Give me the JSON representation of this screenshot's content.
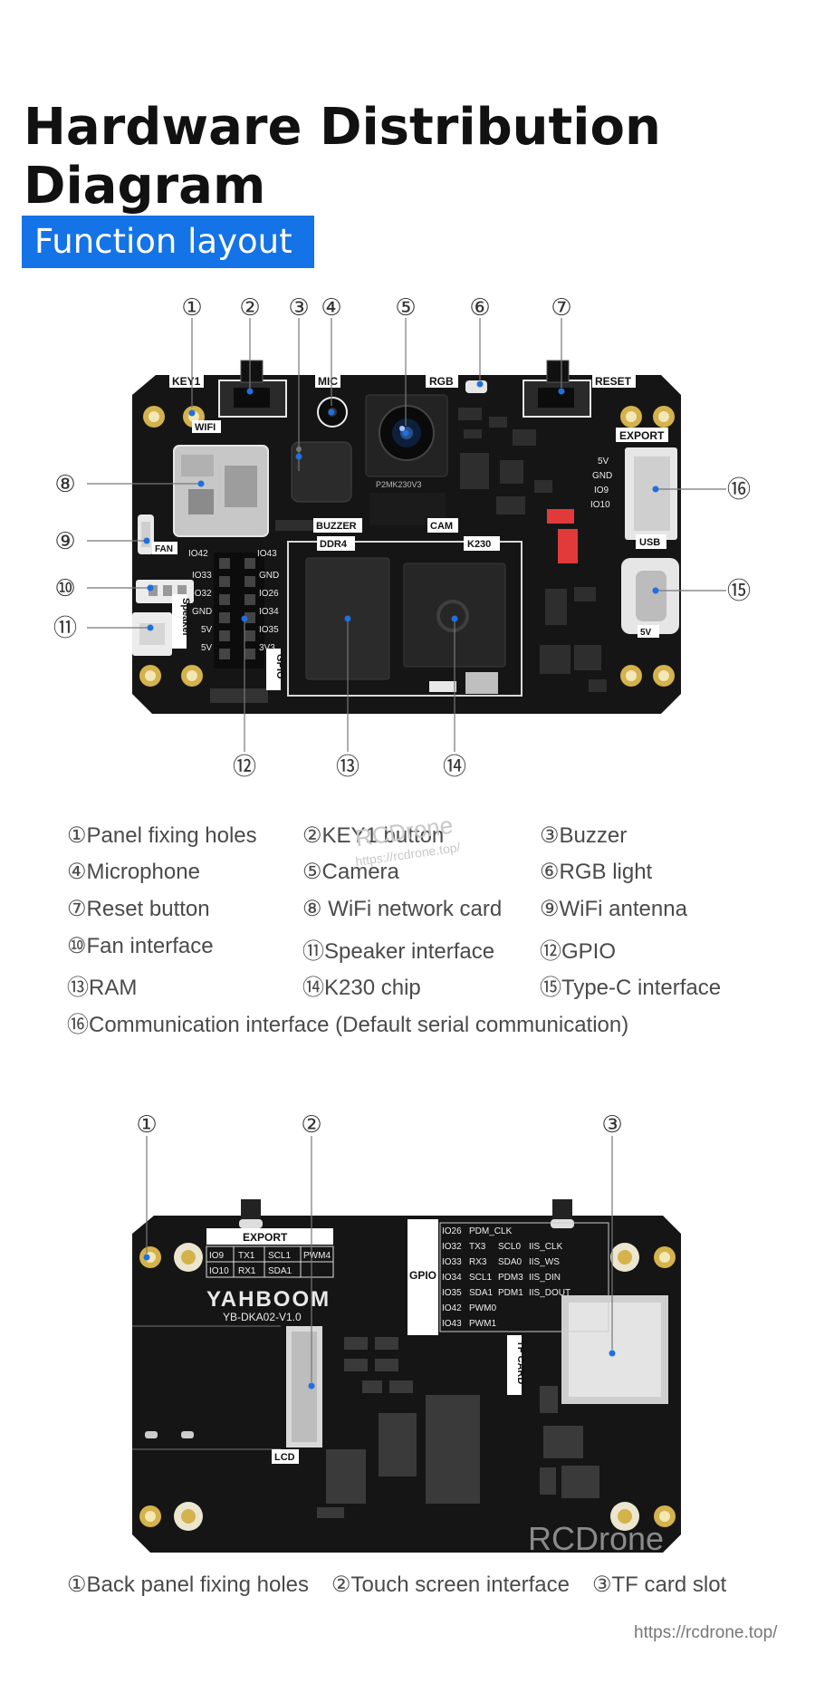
{
  "title": "Hardware Distribution Diagram",
  "section_title": "Function layout",
  "front_board": {
    "silkscreen": {
      "key1": "KEY1",
      "mic": "MIC",
      "rgb": "RGB",
      "reset": "RESET",
      "wifi": "WIFI",
      "export": "EXPORT",
      "fan": "FAN",
      "speaker": "Speaker",
      "buzzer": "BUZZER",
      "cam": "CAM",
      "ddr4": "DDR4",
      "k230": "K230",
      "usb": "USB",
      "v5": "5V",
      "gpio": "GPIO",
      "camera_module": "P2MK230V3",
      "export_pins": [
        "5V",
        "GND",
        "IO9",
        "IO10"
      ],
      "gpio_left": [
        "IO42",
        "IO33",
        "IO32",
        "GND",
        "5V",
        "5V"
      ],
      "gpio_right": [
        "IO43",
        "GND",
        "IO26",
        "IO34",
        "IO35",
        "3V3"
      ]
    },
    "callout_numbers": [
      "①",
      "②",
      "③",
      "④",
      "⑤",
      "⑥",
      "⑦",
      "⑧",
      "⑨",
      "⑩",
      "⑪",
      "⑫",
      "⑬",
      "⑭",
      "⑮",
      "⑯"
    ]
  },
  "front_legend": [
    "①Panel fixing holes",
    "②KEY1 button",
    "③Buzzer",
    "④Microphone",
    "⑤Camera",
    "⑥RGB light",
    "⑦Reset button",
    "⑧ WiFi network card",
    "⑨WiFi antenna",
    "⑩Fan interface",
    "⑪Speaker interface",
    "⑫GPIO",
    "⑬RAM",
    "⑭K230 chip",
    "⑮Type-C interface",
    "⑯Communication interface (Default serial communication)"
  ],
  "back_board": {
    "silkscreen": {
      "export": "EXPORT",
      "brand": "YAHBOOM",
      "model": "YB-DKA02-V1.0",
      "gpio": "GPIO",
      "tf_card": "TF CARD",
      "lcd": "LCD",
      "export_table": [
        [
          "IO9",
          "TX1",
          "SCL1",
          "PWM4"
        ],
        [
          "IO10",
          "RX1",
          "SDA1",
          ""
        ]
      ],
      "gpio_table": [
        [
          "IO26",
          "PDM_CLK",
          ""
        ],
        [
          "IO32",
          "TX3",
          "SCL0",
          "IIS_CLK"
        ],
        [
          "IO33",
          "RX3",
          "SDA0",
          "IIS_WS"
        ],
        [
          "IO34",
          "SCL1",
          "PDM3",
          "IIS_DIN"
        ],
        [
          "IO35",
          "SDA1",
          "PDM1",
          "IIS_DOUT"
        ],
        [
          "IO42",
          "PWM0",
          "",
          ""
        ],
        [
          "IO43",
          "PWM1",
          "",
          ""
        ]
      ]
    },
    "callout_numbers": [
      "①",
      "②",
      "③"
    ]
  },
  "back_legend": [
    "①Back panel fixing holes",
    "②Touch screen interface",
    "③TF card slot"
  ],
  "watermarks": {
    "front": "RCDrone",
    "front_url": "https://rcdrone.top/",
    "back": "RCDrone",
    "url": "https://rcdrone.top/"
  },
  "colors": {
    "banner": "#1473e6",
    "board": "#151515",
    "callout_dot": "#1f6fe0",
    "gold": "#d4b24c"
  }
}
